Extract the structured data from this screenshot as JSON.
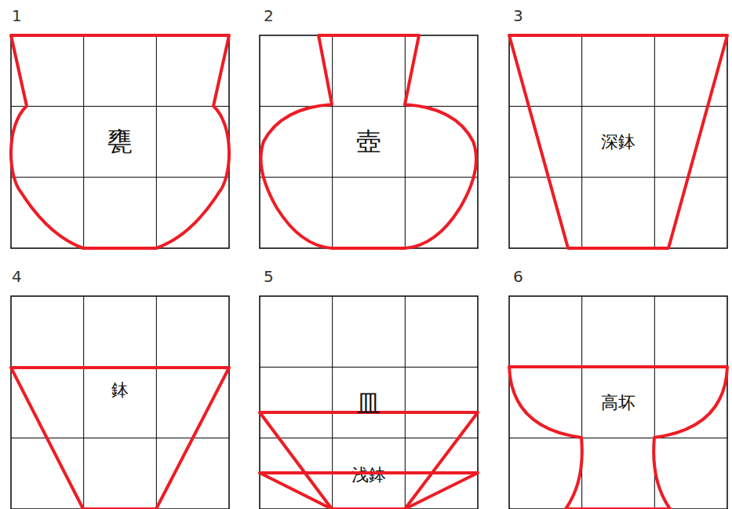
{
  "diagram": {
    "nodes": [
      {
        "text": [
          "甕"
        ]
      },
      {
        "text": [
          "壺"
        ]
      },
      {
        "text": [
          "深鉢"
        ]
      },
      {
        "text": [
          "鉢"
        ]
      },
      {
        "text": [
          "浅鉢"
        ]
      },
      {
        "text": [
          "皿"
        ]
      },
      {
        "text": [
          "高坏"
        ]
      }
    ],
    "labels": [
      "1",
      "2",
      "3",
      "4",
      "5",
      "6"
    ]
  }
}
